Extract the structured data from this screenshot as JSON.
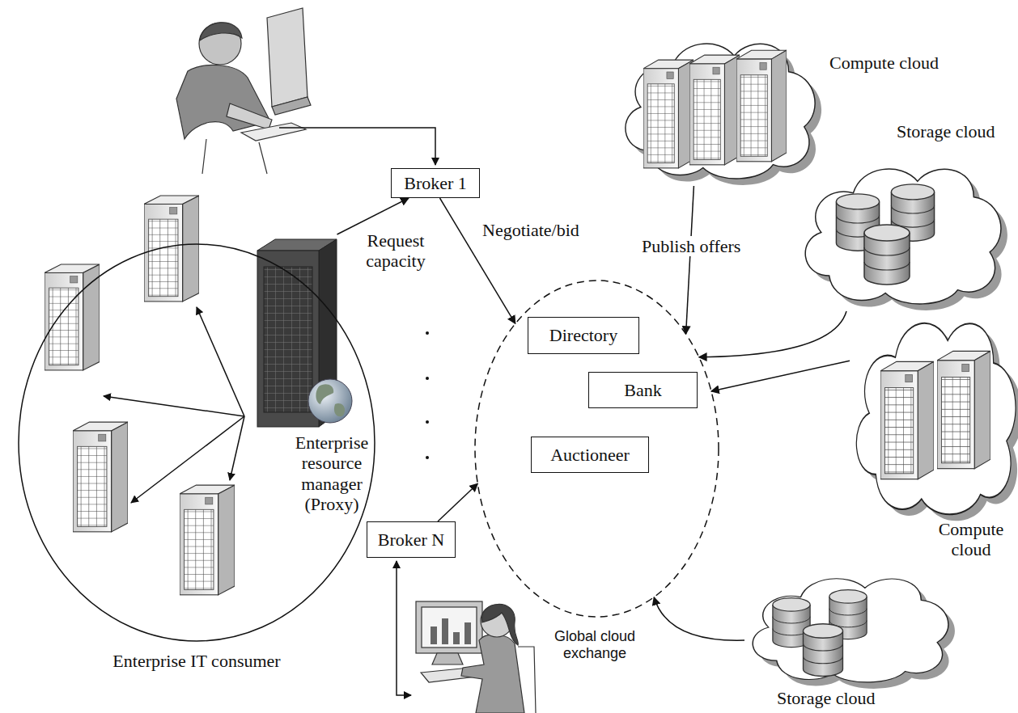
{
  "diagram": {
    "nodes": [
      {
        "text": [
          "Broker 1"
        ]
      },
      {
        "text": [
          "Enterprise IT consumer"
        ]
      },
      {
        "text": [
          "Enterprise resource manager (Proxy)"
        ],
        "in": 1
      },
      {
        "text": [
          "Broker N"
        ]
      },
      {
        "text": [
          "Global cloud exchange"
        ]
      },
      {
        "text": [
          "Directory"
        ],
        "in": 4
      },
      {
        "text": [
          "Bank"
        ],
        "in": 4
      },
      {
        "text": [
          "Auctioneer"
        ],
        "in": 4
      },
      {
        "text": [
          "Compute cloud"
        ]
      },
      {
        "text": [
          "Storage cloud"
        ]
      },
      {
        "text": [
          "Compute cloud"
        ]
      },
      {
        "text": [
          "Storage cloud"
        ]
      }
    ],
    "edges": [
      {
        "from": 2,
        "to": 0,
        "label": "Request capacity",
        "arrow": "to"
      },
      {
        "from": 0,
        "to": 4,
        "label": "Negotiate/bid",
        "arrow": "to"
      },
      {
        "from": 3,
        "to": 4,
        "arrow": "to"
      },
      {
        "from": 8,
        "to": 4,
        "label": "Publish offers",
        "arrow": "to"
      },
      {
        "from": 9,
        "to": 4,
        "arrow": "to"
      },
      {
        "from": 10,
        "to": 4,
        "arrow": "to"
      },
      {
        "from": 11,
        "to": 4,
        "arrow": "to"
      }
    ]
  }
}
